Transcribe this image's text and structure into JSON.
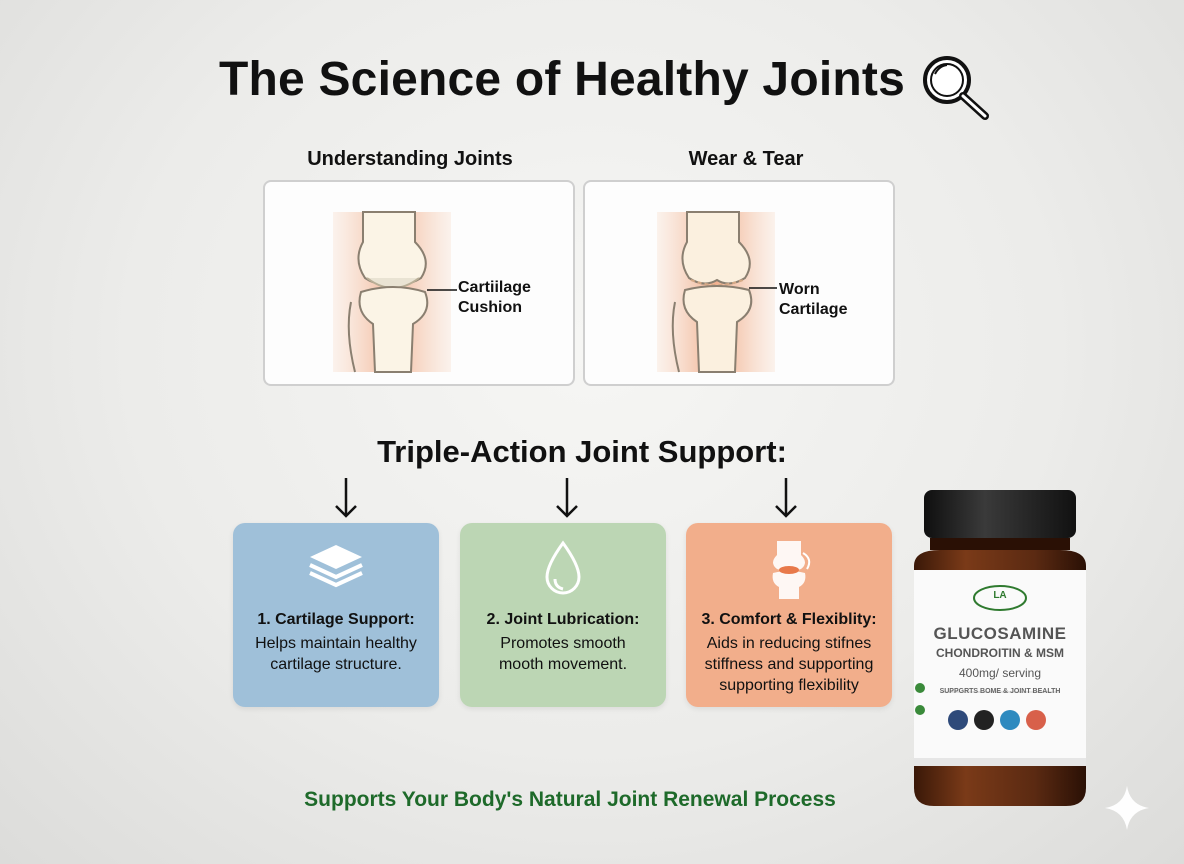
{
  "title": "The Science of Healthy Joints",
  "panels": [
    {
      "heading": "Understanding Joints",
      "callout": "Cartiilage\nCushion"
    },
    {
      "heading": "Wear & Tear",
      "callout": "Worn Cartilage"
    }
  ],
  "subtitle": "Triple-Action Joint Support:",
  "cards": [
    {
      "heading": "1. Cartilage Support:",
      "body": "Helps maintain healthy\ncartilage structure."
    },
    {
      "heading": "2. Joint Lubrication:",
      "body": "Promotes smooth\nmooth movement."
    },
    {
      "heading": "3. Comfort & Flexiblity:",
      "body": "Aids in reducing stifnes\nstiffness and supporting\nsupporting flexibility"
    }
  ],
  "bottle": {
    "brand": "LA",
    "name_line1": "GLUCOSAMINE",
    "name_line2": "CHONDROITIN & MSM",
    "dose": "400mg/ serving",
    "tagline": "SUPPGRTS BOME & JOINT BEALTH"
  },
  "footer": "Supports Your Body's Natural Joint Renewal Process",
  "colors": {
    "card1": "#9fc0d9",
    "card2": "#bcd6b4",
    "card3": "#f2ae8b",
    "footer": "#1e6a2a",
    "bottle_glass": "#5b2a12",
    "bottle_cap": "#1c1c1c"
  }
}
